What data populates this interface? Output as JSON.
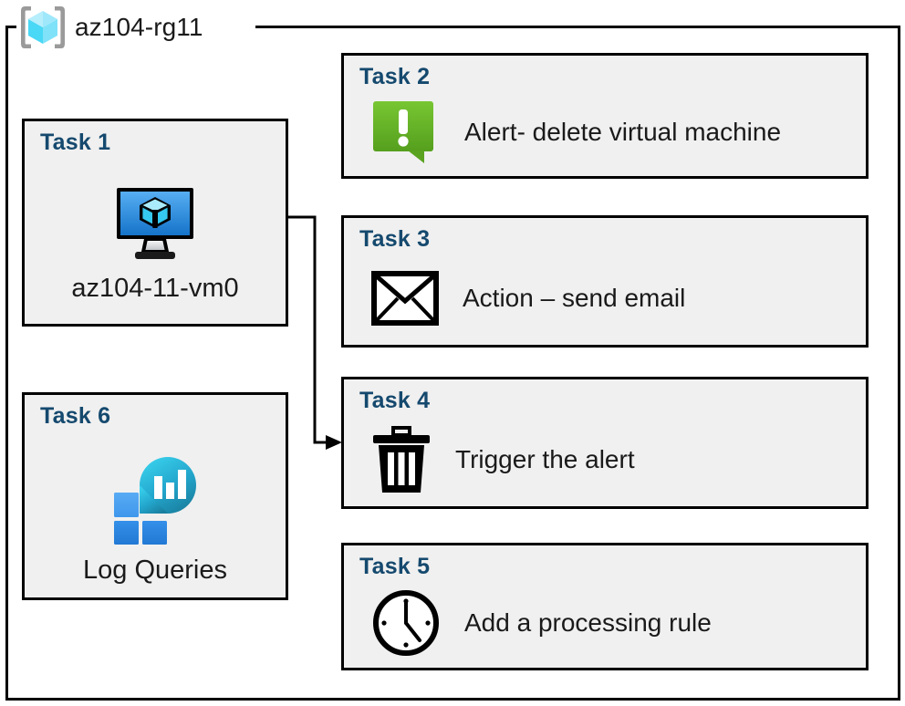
{
  "diagram": {
    "title": "az104-rg11",
    "container_icon": "resource-group-icon",
    "colors": {
      "task_title": "#15496E",
      "card_background": "#F0F0F0",
      "card_border": "#000000",
      "container_border": "#000000",
      "alert_green_light": "#74C32E",
      "alert_green_dark": "#57A21E",
      "vm_blue_light": "#4FA7F0",
      "vm_blue_dark": "#1773C8",
      "log_square_light": "#4FA3F0",
      "log_square_dark": "#2E8BE0",
      "log_drop_light": "#33CDEA",
      "log_drop_dark": "#1C87AC",
      "rg_cube_light": "#9FE8FB",
      "rg_cube_mid": "#4FD8F5",
      "rg_cube_dark": "#C9F2FD",
      "rg_bracket": "#9A9A9A"
    },
    "tasks": [
      {
        "id": "task-1",
        "title": "Task 1",
        "label": "az104-11-vm0",
        "icon": "virtual-machine-icon",
        "column": "left"
      },
      {
        "id": "task-2",
        "title": "Task 2",
        "label": "Alert- delete virtual machine",
        "icon": "alert-exclamation-icon",
        "column": "right"
      },
      {
        "id": "task-3",
        "title": "Task 3",
        "label": "Action – send email",
        "icon": "envelope-icon",
        "column": "right"
      },
      {
        "id": "task-4",
        "title": "Task 4",
        "label": "Trigger the alert",
        "icon": "trash-icon",
        "column": "right"
      },
      {
        "id": "task-5",
        "title": "Task 5",
        "label": "Add a processing rule",
        "icon": "clock-icon",
        "column": "right"
      },
      {
        "id": "task-6",
        "title": "Task 6",
        "label": "Log Queries",
        "icon": "log-analytics-icon",
        "column": "left"
      }
    ],
    "connector": {
      "name": "vm-to-trigger-connector",
      "from": "task-1",
      "to": "task-4",
      "arrow": "arrowhead-right"
    }
  }
}
